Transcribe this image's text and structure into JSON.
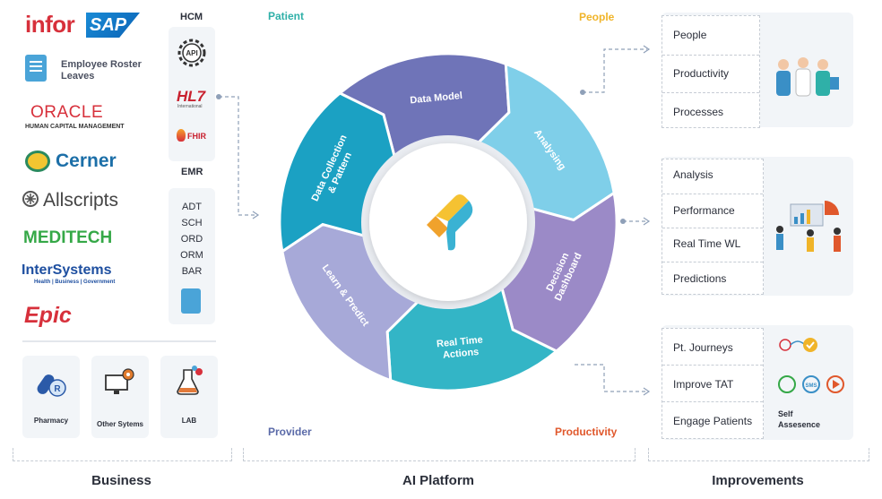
{
  "business": {
    "vendors": {
      "infor": "infor",
      "sap": "SAP",
      "employee_roster": "Employee Roster Leaves",
      "oracle": "ORACLE",
      "oracle_sub": "HUMAN CAPITAL MANAGEMENT",
      "cerner": "Cerner",
      "allscripts": "Allscripts",
      "meditech": "MEDITECH",
      "intersystems": "InterSystems",
      "intersystems_sub": "Health | Business | Government",
      "epic": "Epic"
    },
    "hcm_title": "HCM",
    "hcm_icons": {
      "api": "API",
      "hl7": "HL7",
      "hl7_sub": "International",
      "fhir": "FHIR"
    },
    "emr_title": "EMR",
    "emr_items": [
      "ADT",
      "SCH",
      "ORD",
      "ORM",
      "BAR"
    ],
    "tiles": [
      "Pharmacy",
      "Other Sytems",
      "LAB"
    ],
    "label": "Business"
  },
  "platform": {
    "corners": {
      "patient": "Patient",
      "people": "People",
      "provider": "Provider",
      "productivity": "Productivity"
    },
    "segments": [
      "Data Model",
      "Analysing",
      "Decision Dashboard",
      "Real Time Actions",
      "Learn & Predict",
      "Data Collection & Pattern"
    ],
    "label": "AI Platform"
  },
  "improvements": {
    "group1": [
      "People",
      "Productivity",
      "Processes"
    ],
    "group2": [
      "Analysis",
      "Performance",
      "Real Time WL",
      "Predictions"
    ],
    "group3": [
      "Pt. Journeys",
      "Improve TAT",
      "Engage Patients"
    ],
    "self_assessment": "Self Assesence",
    "sms": "SMS",
    "label": "Improvements"
  },
  "colors": {
    "data_model": "#6f74b8",
    "analysing": "#7fcfe9",
    "decision": "#9b8ac7",
    "real_time": "#33b5c6",
    "learn": "#a7a9d8",
    "collection": "#1ba1c3",
    "patient": "#2fb0a8",
    "people": "#f0b429",
    "provider": "#5a6aa8",
    "productivity": "#e0582c"
  }
}
